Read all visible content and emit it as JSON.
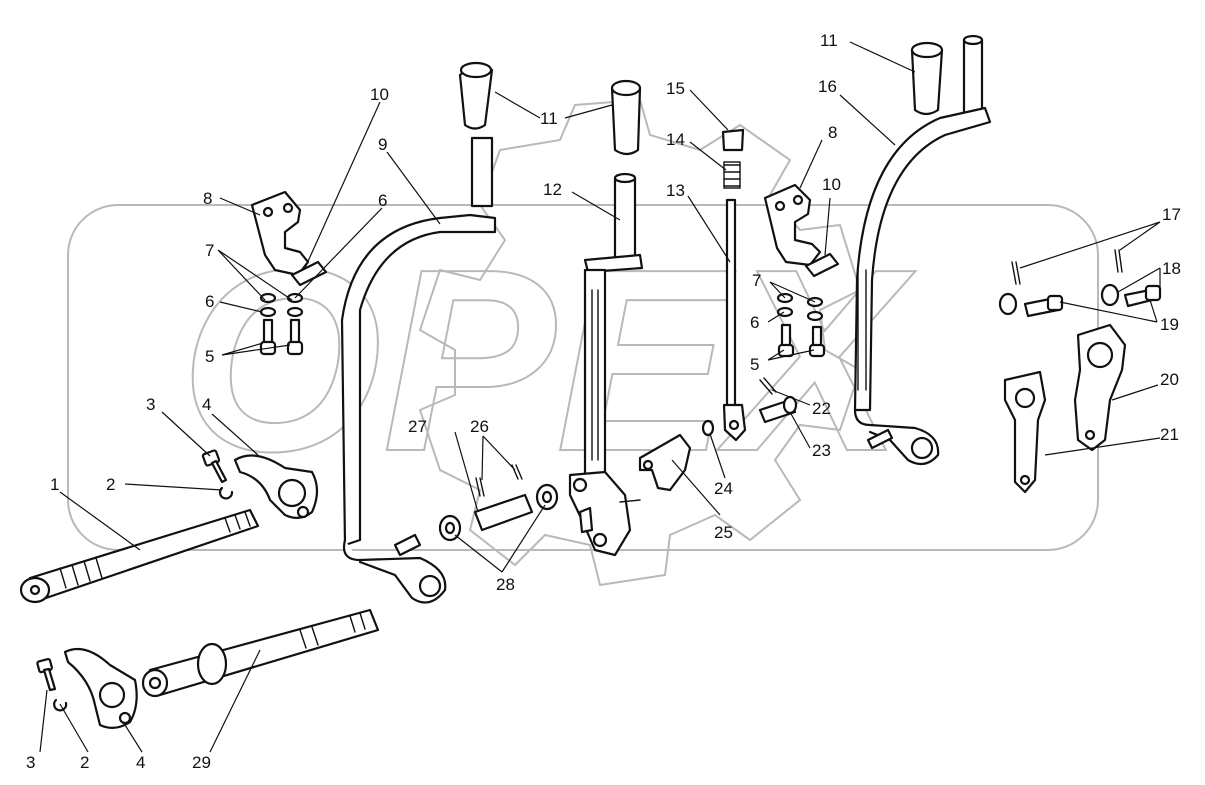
{
  "watermark": {
    "text": "OPEX",
    "color": "#b9b9b9"
  },
  "corner_mark": "",
  "callouts": [
    {
      "id": "c1",
      "label": "1"
    },
    {
      "id": "c2a",
      "label": "2"
    },
    {
      "id": "c2b",
      "label": "2"
    },
    {
      "id": "c3a",
      "label": "3"
    },
    {
      "id": "c3b",
      "label": "3"
    },
    {
      "id": "c4a",
      "label": "4"
    },
    {
      "id": "c4b",
      "label": "4"
    },
    {
      "id": "c5a",
      "label": "5"
    },
    {
      "id": "c5b",
      "label": "5"
    },
    {
      "id": "c6a",
      "label": "6"
    },
    {
      "id": "c6b",
      "label": "6"
    },
    {
      "id": "c6c",
      "label": "6"
    },
    {
      "id": "c7a",
      "label": "7"
    },
    {
      "id": "c7b",
      "label": "7"
    },
    {
      "id": "c8a",
      "label": "8"
    },
    {
      "id": "c8b",
      "label": "8"
    },
    {
      "id": "c9",
      "label": "9"
    },
    {
      "id": "c10a",
      "label": "10"
    },
    {
      "id": "c10b",
      "label": "10"
    },
    {
      "id": "c11a",
      "label": "11"
    },
    {
      "id": "c11b",
      "label": "11"
    },
    {
      "id": "c11c",
      "label": "11"
    },
    {
      "id": "c12",
      "label": "12"
    },
    {
      "id": "c13",
      "label": "13"
    },
    {
      "id": "c14",
      "label": "14"
    },
    {
      "id": "c15",
      "label": "15"
    },
    {
      "id": "c16",
      "label": "16"
    },
    {
      "id": "c17",
      "label": "17"
    },
    {
      "id": "c18",
      "label": "18"
    },
    {
      "id": "c19",
      "label": "19"
    },
    {
      "id": "c20",
      "label": "20"
    },
    {
      "id": "c21",
      "label": "21"
    },
    {
      "id": "c22",
      "label": "22"
    },
    {
      "id": "c23",
      "label": "23"
    },
    {
      "id": "c24",
      "label": "24"
    },
    {
      "id": "c25",
      "label": "25"
    },
    {
      "id": "c26",
      "label": "26"
    },
    {
      "id": "c27",
      "label": "27"
    },
    {
      "id": "c28",
      "label": "28"
    },
    {
      "id": "c29",
      "label": "29"
    }
  ]
}
